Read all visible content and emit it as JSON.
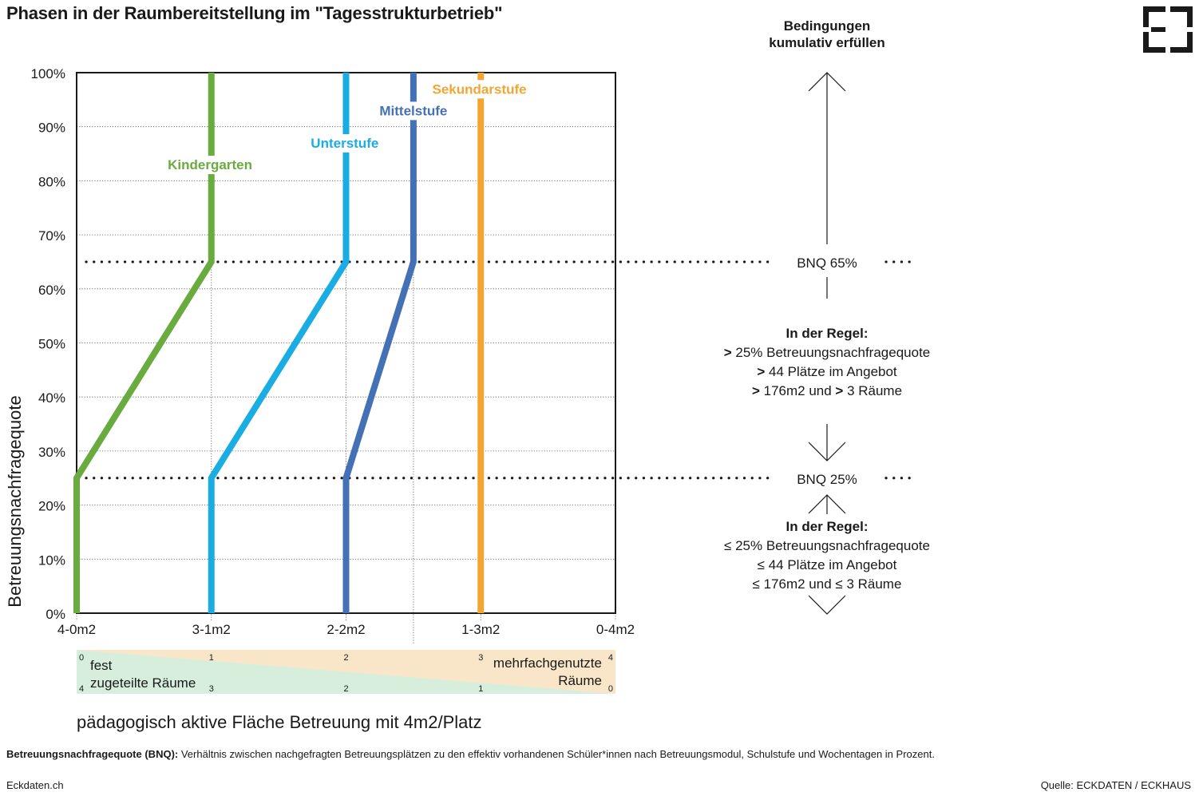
{
  "title": "Phasen in der Raumbereitstellung im \"Tagesstrukturbetrieb\"",
  "chart_data": {
    "type": "line",
    "ylabel": "Betreuungsnachfragequote",
    "xlabel": "pädagogisch aktive Fläche Betreuung mit 4m2/Platz",
    "ylim": [
      0,
      100
    ],
    "y_ticks": [
      "0%",
      "10%",
      "20%",
      "30%",
      "40%",
      "50%",
      "60%",
      "70%",
      "80%",
      "90%",
      "100%"
    ],
    "x_ticks": [
      "4-0m2",
      "3-1m2",
      "2-2m2",
      "1-3m2",
      "0-4m2"
    ],
    "x_tick_values": [
      0,
      1,
      2,
      3,
      4
    ],
    "grid": true,
    "colors": {
      "kindergarten": "#6aab3f",
      "unterstufe": "#1aade3",
      "mittelstufe": "#4470b6",
      "sekundarstufe": "#f3a532"
    },
    "series": [
      {
        "name": "Kindergarten",
        "color": "#6aab3f",
        "x": [
          0,
          0,
          1,
          1
        ],
        "y": [
          0,
          25,
          65,
          100
        ],
        "label_at": [
          0.99,
          83
        ]
      },
      {
        "name": "Unterstufe",
        "color": "#1aade3",
        "x": [
          1,
          1,
          2,
          2
        ],
        "y": [
          0,
          25,
          65,
          100
        ],
        "label_at": [
          1.99,
          87
        ]
      },
      {
        "name": "Mittelstufe",
        "color": "#4470b6",
        "x": [
          2,
          2,
          2.5,
          2.5
        ],
        "y": [
          0,
          25,
          65,
          100
        ],
        "label_at": [
          2.5,
          93
        ]
      },
      {
        "name": "Sekundarstufe",
        "color": "#f3a532",
        "x": [
          3,
          3
        ],
        "y": [
          0,
          100
        ],
        "label_at": [
          2.99,
          97
        ]
      }
    ],
    "thresholds": [
      {
        "y": 65,
        "label": "BNQ 65%"
      },
      {
        "y": 25,
        "label": "BNQ 25%"
      }
    ],
    "bottom_bar": {
      "left_label": "fest\nzugeteilte Räume",
      "right_label": "mehrfachgenutzte\nRäume",
      "top_numbers": [
        "0",
        "1",
        "2",
        "3",
        "4"
      ],
      "bottom_numbers": [
        "4",
        "3",
        "2",
        "1",
        "0"
      ],
      "fixed_color": "#d8eedd",
      "shared_color": "#f9e6c8"
    },
    "conditions": {
      "heading": "Bedingungen\nkumulativ erfüllen",
      "upper_title": "In der Regel:",
      "upper_lines": [
        {
          "sym": ">",
          "text": " 25% Betreuungsnachfragequote"
        },
        {
          "sym": ">",
          "text": " 44 Plätze im Angebot"
        },
        {
          "sym": ">",
          "text": " 176m2 und ",
          "sym2": ">",
          "text2": " 3 Räume"
        }
      ],
      "lower_title": "In der Regel:",
      "lower_lines": [
        "≤ 25% Betreuungsnachfragequote",
        "≤ 44 Plätze im Angebot",
        "≤ 176m2 und ≤ 3 Räume"
      ]
    }
  },
  "footnote": {
    "term": "Betreuungsnachfragequote (BNQ):",
    "text": " Verhältnis zwischen nachgefragten Betreuungsplätzen zu den effektiv vorhandenen Schüler*innen nach Betreuungsmodul, Schulstufe und Wochentagen in Prozent."
  },
  "site": "Eckdaten.ch",
  "source": "Quelle: ECKDATEN / ECKHAUS"
}
